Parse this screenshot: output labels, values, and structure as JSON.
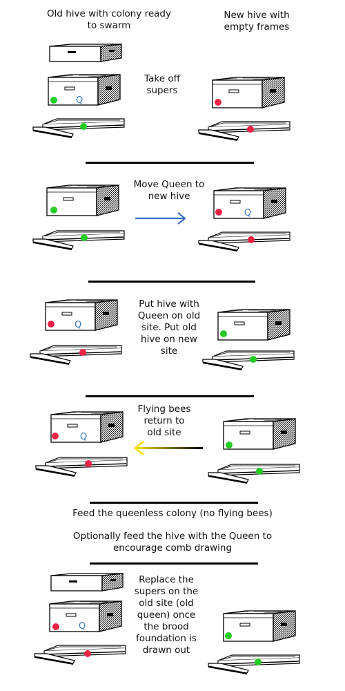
{
  "labels": {
    "old_hive": "Old hive with colony ready to swarm",
    "new_hive": "New hive with empty frames",
    "take_off_supers": "Take off supers",
    "move_queen": "Move Queen to new hive",
    "swap_hives": "Put hive with Queen on old site. Put old hive on new site",
    "flying_bees": "Flying bees return to old site",
    "feed_queenless": "Feed the queenless colony (no flying bees)",
    "optionally_feed": "Optionally feed the hive with the Queen to encourage comb drawing",
    "replace_supers": "Replace the supers on the old site (old queen) once the brood foundation is drawn out"
  },
  "queen_marker": "Q",
  "colors": {
    "green_marker": "#22cc22",
    "red_marker": "#ee2244",
    "queen_letter": "#3a78c8",
    "move_arrow": "#3a6fbf",
    "return_arrow_start": "#000000",
    "return_arrow_end": "#f2e000"
  }
}
